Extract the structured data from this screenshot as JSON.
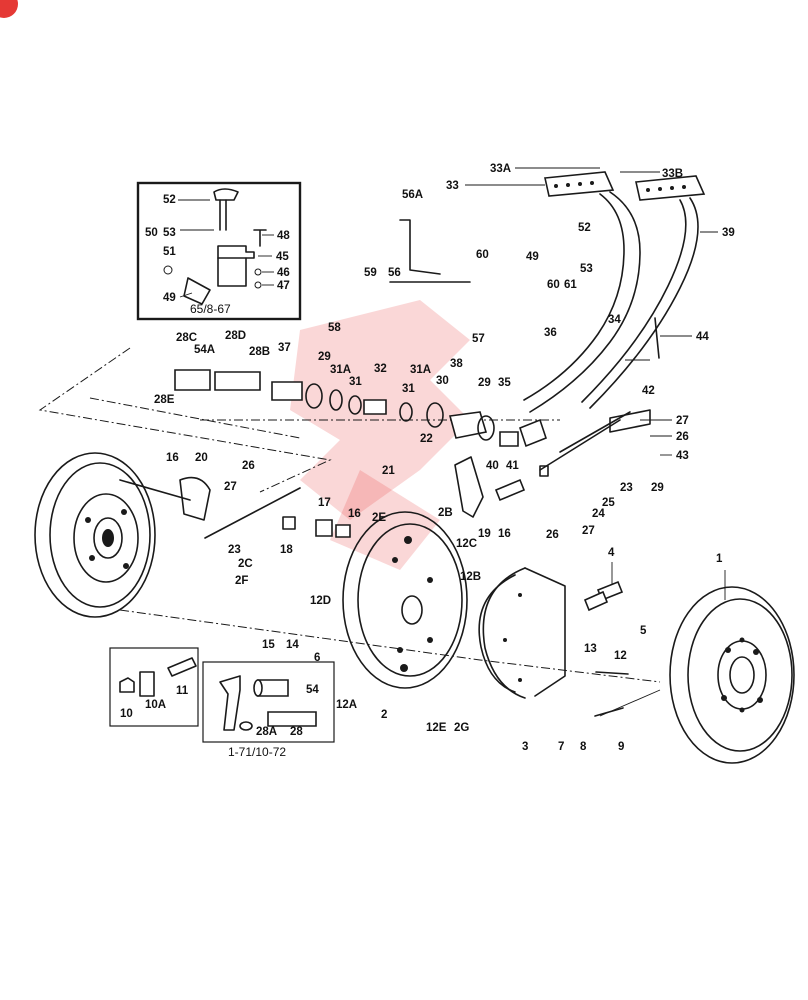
{
  "diagram": {
    "colors": {
      "ink": "#1a1a1a",
      "watermark": "#e8474a",
      "badge": "#e53935"
    },
    "insets": {
      "top_left": {
        "caption": "65/8-67"
      },
      "bottom_right": {
        "caption": "1-71/10-72"
      }
    },
    "labels": {
      "l1": "1",
      "l2": "2",
      "l2B": "2B",
      "l2C": "2C",
      "l2E": "2E",
      "l2F": "2F",
      "l2G": "2G",
      "l3": "3",
      "l4": "4",
      "l5": "5",
      "l6": "6",
      "l7": "7",
      "l8": "8",
      "l9": "9",
      "l10": "10",
      "l10A": "10A",
      "l11": "11",
      "l12": "12",
      "l12A": "12A",
      "l12B": "12B",
      "l12C": "12C",
      "l12D": "12D",
      "l12E": "12E",
      "l13": "13",
      "l14": "14",
      "l15": "15",
      "l16a": "16",
      "l16b": "16",
      "l16c": "16",
      "l17": "17",
      "l18": "18",
      "l19": "19",
      "l20": "20",
      "l21": "21",
      "l22": "22",
      "l23a": "23",
      "l23b": "23",
      "l24": "24",
      "l25": "25",
      "l26a": "26",
      "l26b": "26",
      "l26c": "26",
      "l27a": "27",
      "l27b": "27",
      "l27c": "27",
      "l28": "28",
      "l28A": "28A",
      "l28B": "28B",
      "l28C": "28C",
      "l28D": "28D",
      "l28E": "28E",
      "l29a": "29",
      "l29b": "29",
      "l29c": "29",
      "l30": "30",
      "l31a": "31",
      "l31b": "31",
      "l31Aa": "31A",
      "l31Ab": "31A",
      "l32": "32",
      "l33": "33",
      "l33A": "33A",
      "l33B": "33B",
      "l34": "34",
      "l35": "35",
      "l36": "36",
      "l37": "37",
      "l38": "38",
      "l39": "39",
      "l40": "40",
      "l41": "41",
      "l42": "42",
      "l43": "43",
      "l44": "44",
      "l45": "45",
      "l46": "46",
      "l47": "47",
      "l48": "48",
      "l49a": "49",
      "l49b": "49",
      "l50": "50",
      "l51": "51",
      "l52a": "52",
      "l52b": "52",
      "l53a": "53",
      "l53b": "53",
      "l54": "54",
      "l54A": "54A",
      "l56": "56",
      "l56A": "56A",
      "l57": "57",
      "l58": "58",
      "l59": "59",
      "l60a": "60",
      "l60b": "60",
      "l61": "61"
    }
  }
}
